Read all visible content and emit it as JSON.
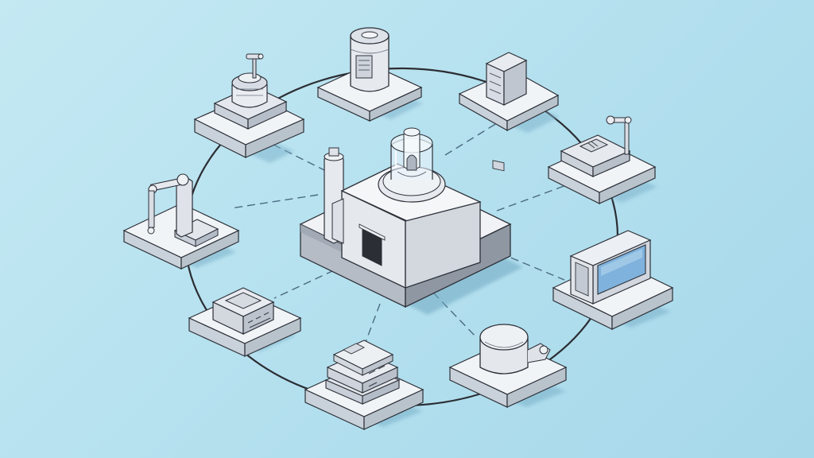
{
  "diagram": {
    "title": "",
    "colors": {
      "background_start": "#c4e9f3",
      "background_end": "#a6d8ea",
      "ring": "#2b2d33",
      "connector": "#4a6a80",
      "platform_top": "#f1f4f7",
      "platform_side": "#b9c3cc",
      "outline": "#2d3038",
      "shadow": "#7fb4cc",
      "machine": "#e7eaef",
      "machine_dark": "#c9ced8",
      "accent_blue": "#7fb2dd",
      "glass": "#e9f4fa"
    },
    "hub": {
      "name": "central-hub",
      "icon": "central-processing-building-icon"
    },
    "nodes": [
      {
        "name": "tank-with-valve",
        "icon": "tank-icon"
      },
      {
        "name": "cylinder-storage",
        "icon": "cylinder-icon"
      },
      {
        "name": "server-cabinet",
        "icon": "server-icon"
      },
      {
        "name": "lab-workstation",
        "icon": "workstation-icon"
      },
      {
        "name": "computer-terminal",
        "icon": "computer-icon"
      },
      {
        "name": "dome-reactor",
        "icon": "reactor-icon"
      },
      {
        "name": "stacked-modules",
        "icon": "stacked-modules-icon"
      },
      {
        "name": "control-box",
        "icon": "control-box-icon"
      },
      {
        "name": "robotic-arm",
        "icon": "robotic-arm-icon"
      }
    ],
    "connections": [
      {
        "from": "central-hub",
        "to": "tank-with-valve"
      },
      {
        "from": "central-hub",
        "to": "server-cabinet"
      },
      {
        "from": "central-hub",
        "to": "lab-workstation"
      },
      {
        "from": "central-hub",
        "to": "computer-terminal"
      },
      {
        "from": "central-hub",
        "to": "dome-reactor"
      },
      {
        "from": "central-hub",
        "to": "stacked-modules"
      },
      {
        "from": "central-hub",
        "to": "control-box"
      },
      {
        "from": "central-hub",
        "to": "robotic-arm"
      }
    ]
  }
}
